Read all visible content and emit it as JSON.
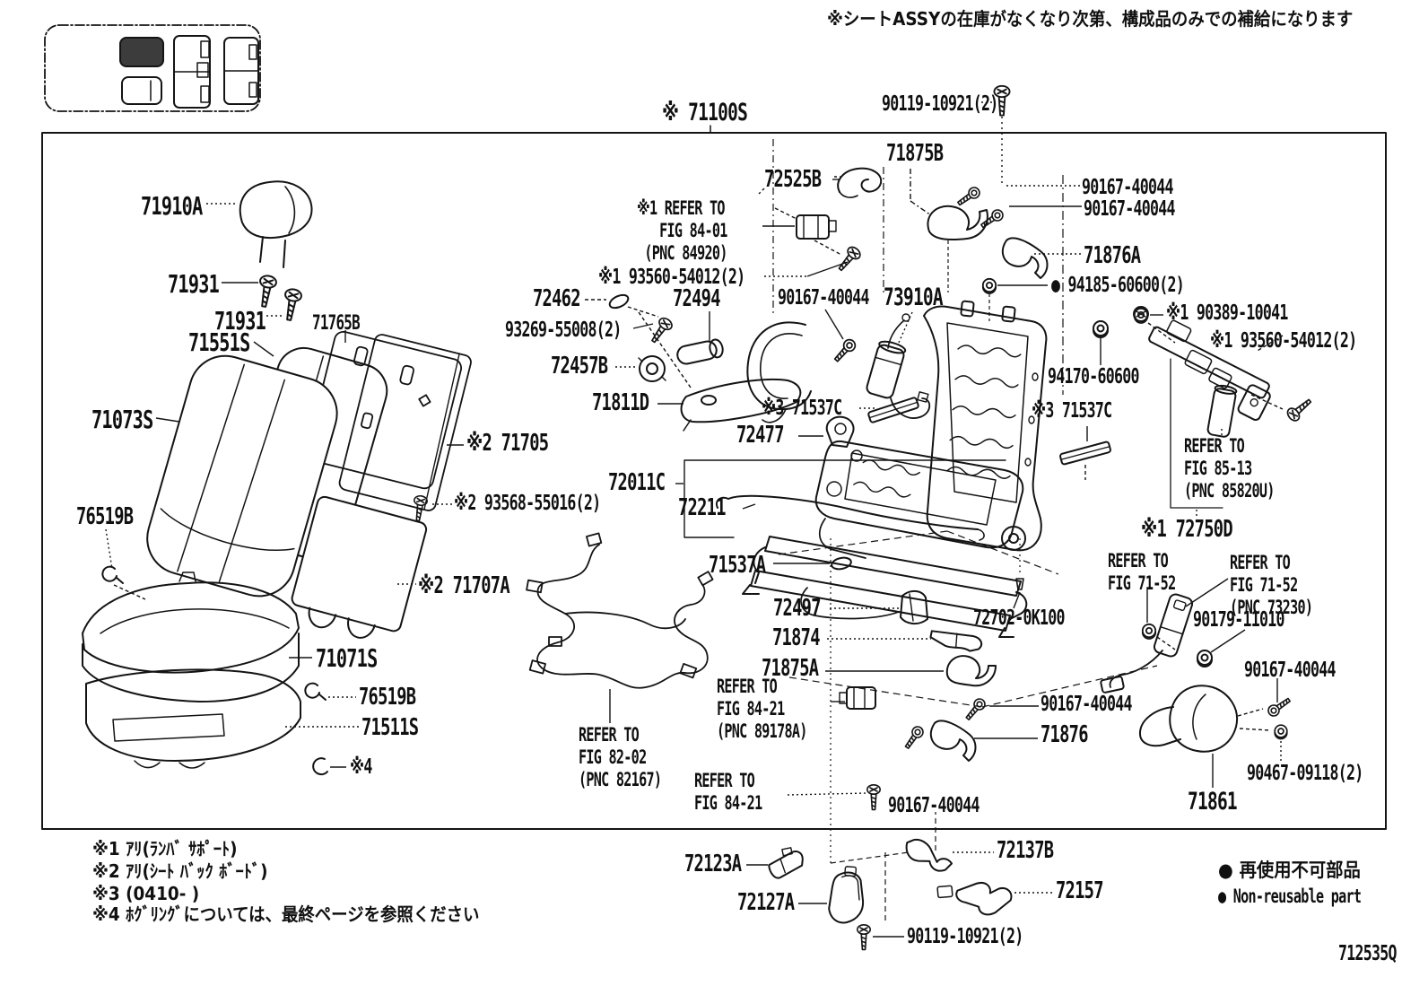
{
  "page": {
    "top_note": "※シートASSYの在庫がなくなり次第、構成品のみでの補給になります",
    "assembly_code": "※ 71100S",
    "top_fastener": "90119-10921(2)",
    "drawing_number": "712535Q"
  },
  "labels": [
    {
      "id": "71910A",
      "text": "71910A"
    },
    {
      "id": "71931-1",
      "text": "71931"
    },
    {
      "id": "71931-2",
      "text": "71931"
    },
    {
      "id": "71765B",
      "text": "71765B"
    },
    {
      "id": "71551S",
      "text": "71551S"
    },
    {
      "id": "71073S",
      "text": "71073S"
    },
    {
      "id": "76519B-1",
      "text": "76519B"
    },
    {
      "id": "71705",
      "text": "※2 71705"
    },
    {
      "id": "93568-55016",
      "text": "※2 93568-55016(2)"
    },
    {
      "id": "71707A",
      "text": "※2 71707A"
    },
    {
      "id": "71071S",
      "text": "71071S"
    },
    {
      "id": "76519B-2",
      "text": "76519B"
    },
    {
      "id": "71511S",
      "text": "71511S"
    },
    {
      "id": "note4-mark",
      "text": "※4"
    },
    {
      "id": "72525B",
      "text": "72525B"
    },
    {
      "id": "71875B",
      "text": "71875B"
    },
    {
      "id": "refer-84-01",
      "text": "※1 REFER TO\n   FIG 84-01\n (PNC 84920)"
    },
    {
      "id": "93560-54012-a",
      "text": "※1 93560-54012(2)"
    },
    {
      "id": "72462",
      "text": "72462"
    },
    {
      "id": "72494",
      "text": "72494"
    },
    {
      "id": "93269-55008",
      "text": "93269-55008(2)"
    },
    {
      "id": "90167-40044-a",
      "text": "90167-40044"
    },
    {
      "id": "73910A",
      "text": "73910A"
    },
    {
      "id": "72457B",
      "text": "72457B"
    },
    {
      "id": "71811D",
      "text": "71811D"
    },
    {
      "id": "71537C-left",
      "text": "※3 71537C"
    },
    {
      "id": "72477",
      "text": "72477"
    },
    {
      "id": "72011C",
      "text": "72011C"
    },
    {
      "id": "72211",
      "text": "72211"
    },
    {
      "id": "71537A",
      "text": "71537A"
    },
    {
      "id": "72497",
      "text": "72497"
    },
    {
      "id": "71874",
      "text": "71874"
    },
    {
      "id": "71875A",
      "text": "71875A"
    },
    {
      "id": "refer-84-21-a",
      "text": "REFER TO\nFIG 84-21\n(PNC 89178A)"
    },
    {
      "id": "refer-82-02",
      "text": "REFER TO\nFIG 82-02\n(PNC 82167)"
    },
    {
      "id": "refer-84-21-b",
      "text": "REFER TO\nFIG 84-21"
    },
    {
      "id": "90167-40044-b",
      "text": "90167-40044"
    },
    {
      "id": "90167-40044-c",
      "text": "90167-40044"
    },
    {
      "id": "90167-40044-d",
      "text": "90167-40044"
    },
    {
      "id": "71876A",
      "text": "71876A"
    },
    {
      "id": "94185-60600",
      "text": "● 94185-60600(2)"
    },
    {
      "id": "90389-10041",
      "text": "※1 90389-10041"
    },
    {
      "id": "93560-54012-b",
      "text": "※1 93560-54012(2)"
    },
    {
      "id": "94170-60600",
      "text": "94170-60600"
    },
    {
      "id": "71537C-right",
      "text": "※3 71537C"
    },
    {
      "id": "refer-85-13",
      "text": "REFER TO\nFIG 85-13\n(PNC 85820U)"
    },
    {
      "id": "72750D",
      "text": "※1 72750D"
    },
    {
      "id": "refer-71-52-a",
      "text": "REFER TO\nFIG 71-52"
    },
    {
      "id": "refer-71-52-b",
      "text": "REFER TO\nFIG 71-52\n(PNC 73230)"
    },
    {
      "id": "90179-11010",
      "text": "90179-11010"
    },
    {
      "id": "72702-0K100",
      "text": "72702-0K100"
    },
    {
      "id": "90167-40044-e",
      "text": "90167-40044"
    },
    {
      "id": "71876",
      "text": "71876"
    },
    {
      "id": "90167-40044-f",
      "text": "90167-40044"
    },
    {
      "id": "90467-09118",
      "text": "90467-09118(2)"
    },
    {
      "id": "71861",
      "text": "71861"
    },
    {
      "id": "72123A",
      "text": "72123A"
    },
    {
      "id": "72137B",
      "text": "72137B"
    },
    {
      "id": "72127A",
      "text": "72127A"
    },
    {
      "id": "72157",
      "text": "72157"
    },
    {
      "id": "90119-10921-b",
      "text": "90119-10921(2)"
    }
  ],
  "footnotes": [
    {
      "text": "※1  ｱﾘ(ﾗﾝﾊﾞ ｻﾎﾟｰﾄ)"
    },
    {
      "text": "※2  ｱﾘ(ｼｰﾄ ﾊﾞｯｸ ﾎﾞｰﾄﾞ)"
    },
    {
      "text": "※3  (0410-      )"
    },
    {
      "text": "※4  ﾎｸﾞﾘﾝｸﾞについては、最終ページを参照ください"
    }
  ],
  "legend": {
    "non_reusable_jp": "● 再使用不可部品",
    "non_reusable_en": "● Non-reusable part"
  }
}
